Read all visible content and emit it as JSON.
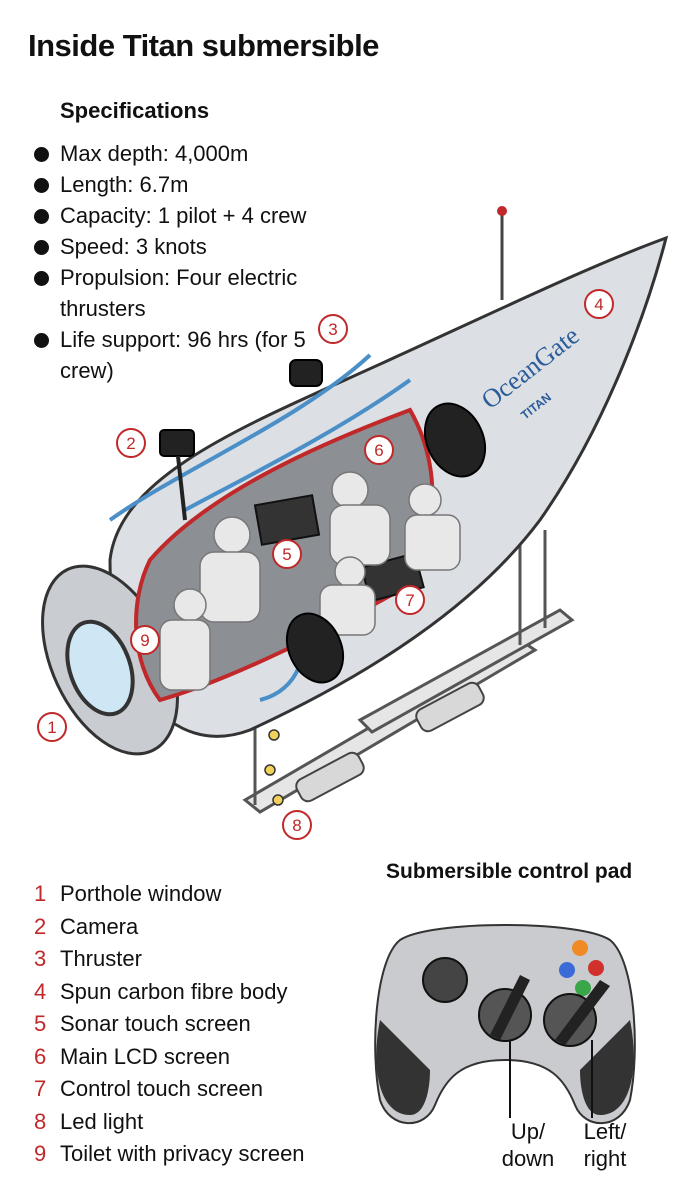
{
  "title": "Inside Titan submersible",
  "specifications": {
    "heading": "Specifications",
    "items": [
      "Max depth: 4,000m",
      "Length:  6.7m",
      "Capacity: 1 pilot + 4 crew",
      "Speed: 3 knots",
      "Propulsion: Four electric thrusters",
      "Life support: 96 hrs (for 5 crew)"
    ]
  },
  "diagram": {
    "brand": "OceanGate",
    "model": "TITAN",
    "callouts": [
      "1",
      "2",
      "3",
      "4",
      "5",
      "6",
      "7",
      "8",
      "9"
    ]
  },
  "legend": [
    {
      "num": "1",
      "label": "Porthole window"
    },
    {
      "num": "2",
      "label": "Camera"
    },
    {
      "num": "3",
      "label": "Thruster"
    },
    {
      "num": "4",
      "label": "Spun carbon fibre body"
    },
    {
      "num": "5",
      "label": "Sonar touch screen"
    },
    {
      "num": "6",
      "label": "Main LCD screen"
    },
    {
      "num": "7",
      "label": "Control touch screen"
    },
    {
      "num": "8",
      "label": "Led light"
    },
    {
      "num": "9",
      "label": "Toilet with privacy screen"
    }
  ],
  "control_pad": {
    "heading": "Submersible control pad",
    "up_down_label": "Up/ down",
    "left_right_label": "Left/ right"
  },
  "colors": {
    "accent_red": "#c0282a",
    "pipe_blue": "#4a8fc7",
    "hull_grey": "#dcdfe3",
    "interior_grey": "#8c8f94"
  }
}
